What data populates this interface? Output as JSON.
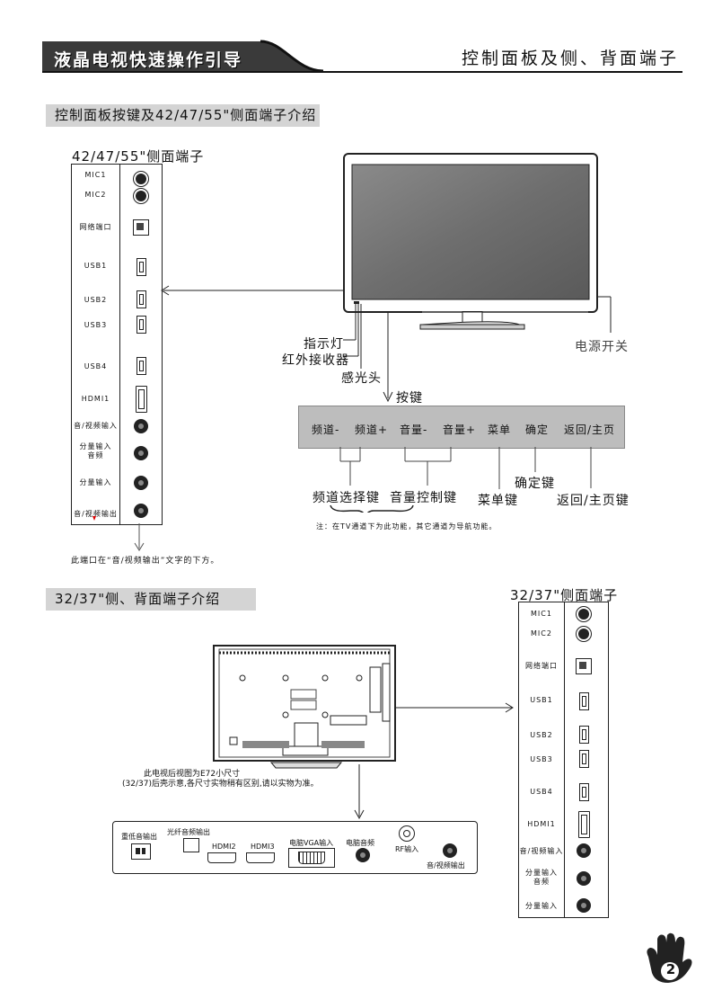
{
  "header": {
    "title": "液晶电视快速操作引导",
    "right_title": "控制面板及侧、背面端子"
  },
  "section1": {
    "title": "控制面板按键及42/47/55\"侧面端子介绍",
    "panel_title": "42/47/55\"侧面端子",
    "ports": [
      "MIC1",
      "MIC2",
      "网络端口",
      "USB1",
      "USB2",
      "USB3",
      "USB4",
      "HDMI1",
      "音/视频输入",
      "分量输入\n音频",
      "分量输入",
      "音/视频输出"
    ],
    "note_below_panel": "此端口在“音/视频输出”文字的下方。",
    "tv_callouts": {
      "indicator": "指示灯",
      "ir_receiver": "红外接收器",
      "light_sensor": "感光头",
      "power_switch": "电源开关",
      "keys": "按键"
    },
    "button_bar": [
      "频道-",
      "频道+",
      "音量-",
      "音量+",
      "菜单",
      "确定",
      "返回/主页"
    ],
    "key_labels": {
      "channel": "频道选择键",
      "volume": "音量控制键",
      "menu": "菜单键",
      "ok": "确定键",
      "back": "返回/主页键"
    },
    "footnote": "注：在TV通道下为此功能，其它通道为导航功能。"
  },
  "section2": {
    "title": "32/37\"侧、背面端子介绍",
    "panel_title": "32/37\"侧面端子",
    "ports": [
      "MIC1",
      "MIC2",
      "网络端口",
      "USB1",
      "USB2",
      "USB3",
      "USB4",
      "HDMI1",
      "音/视频输入",
      "分量输入\n音频",
      "分量输入"
    ],
    "rear_note_line1": "此电视后视图为E72小尺寸",
    "rear_note_line2": "(32/37)后壳示意,各尺寸实物稍有区别,请以实物为准。",
    "rear_ports": [
      "重低音输出",
      "光纤音频输出",
      "HDMI2",
      "HDMI3",
      "电脑VGA输入",
      "电脑音频",
      "RF输入",
      "音/视频输出"
    ]
  },
  "page_number": "2",
  "colors": {
    "section_bar": "#d4d4d4",
    "button_bar": "#bdbdbd",
    "header_tab": "#3a3a3a"
  }
}
